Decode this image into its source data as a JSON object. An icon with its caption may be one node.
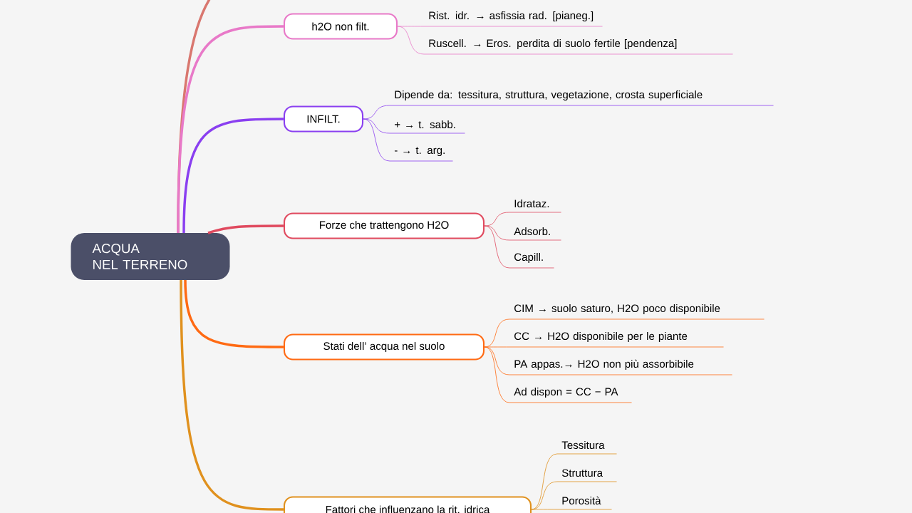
{
  "diagram": {
    "nodes": [
      {
        "text": [
          "ACQUA NEL TERRENO"
        ]
      },
      {
        "text": [
          "h2O non filt."
        ]
      },
      {
        "text": [
          "Rist. idr. → asfissia rad. [pianeg.]"
        ]
      },
      {
        "text": [
          "Ruscell. → Eros. perdita di suolo fertile [pendenza]"
        ]
      },
      {
        "text": [
          "INFILT."
        ]
      },
      {
        "text": [
          "Dipende da: tessitura, struttura, vegetazione, crosta superficiale"
        ]
      },
      {
        "text": [
          "+ → t. sabb."
        ]
      },
      {
        "text": [
          "- → t. arg."
        ]
      },
      {
        "text": [
          "Forze che trattengono H2O"
        ]
      },
      {
        "text": [
          "Idrataz."
        ]
      },
      {
        "text": [
          "Adsorb."
        ]
      },
      {
        "text": [
          "Capill."
        ]
      },
      {
        "text": [
          "Stati dell’ acqua nel suolo"
        ]
      },
      {
        "text": [
          "CIM → suolo saturo, H2O poco disponibile"
        ]
      },
      {
        "text": [
          "CC → H2O disponibile per le piante"
        ]
      },
      {
        "text": [
          "PA appas.→ H2O non più assorbibile"
        ]
      },
      {
        "text": [
          "Ad dispon = CC − PA"
        ]
      },
      {
        "text": [
          "Fattori che influenzano la rit. idrica"
        ]
      },
      {
        "text": [
          "Tessitura"
        ]
      },
      {
        "text": [
          "Struttura"
        ]
      },
      {
        "text": [
          "Porosità"
        ]
      }
    ],
    "edges": [
      {
        "from": 0,
        "to": null,
        "arrow": "none",
        "style": "thick",
        "color": "#d9776f"
      },
      {
        "from": 0,
        "to": 1,
        "arrow": "none",
        "style": "thick",
        "color": "#e879c8"
      },
      {
        "from": 0,
        "to": 4,
        "arrow": "none",
        "style": "thick",
        "color": "#8a3ff0"
      },
      {
        "from": 0,
        "to": 8,
        "arrow": "none",
        "style": "thick",
        "color": "#e04a5f"
      },
      {
        "from": 0,
        "to": 12,
        "arrow": "none",
        "style": "thick",
        "color": "#ff6a13"
      },
      {
        "from": 0,
        "to": 17,
        "arrow": "none",
        "style": "thick",
        "color": "#e0911e"
      },
      {
        "from": 1,
        "to": 2,
        "arrow": "none",
        "color": "#e879c8"
      },
      {
        "from": 1,
        "to": 3,
        "arrow": "none",
        "color": "#e879c8"
      },
      {
        "from": 4,
        "to": 5,
        "arrow": "none",
        "color": "#8a3ff0"
      },
      {
        "from": 4,
        "to": 6,
        "arrow": "none",
        "color": "#8a3ff0"
      },
      {
        "from": 4,
        "to": 7,
        "arrow": "none",
        "color": "#8a3ff0"
      },
      {
        "from": 8,
        "to": 9,
        "arrow": "none",
        "color": "#e04a5f"
      },
      {
        "from": 8,
        "to": 10,
        "arrow": "none",
        "color": "#e04a5f"
      },
      {
        "from": 8,
        "to": 11,
        "arrow": "none",
        "color": "#e04a5f"
      },
      {
        "from": 12,
        "to": 13,
        "arrow": "none",
        "color": "#ff6a13"
      },
      {
        "from": 12,
        "to": 14,
        "arrow": "none",
        "color": "#ff6a13"
      },
      {
        "from": 12,
        "to": 15,
        "arrow": "none",
        "color": "#ff6a13"
      },
      {
        "from": 12,
        "to": 16,
        "arrow": "none",
        "color": "#ff6a13"
      },
      {
        "from": 17,
        "to": 18,
        "arrow": "none",
        "color": "#e0911e"
      },
      {
        "from": 17,
        "to": 19,
        "arrow": "none",
        "color": "#e0911e"
      },
      {
        "from": 17,
        "to": 20,
        "arrow": "none",
        "color": "#e0911e"
      }
    ]
  }
}
